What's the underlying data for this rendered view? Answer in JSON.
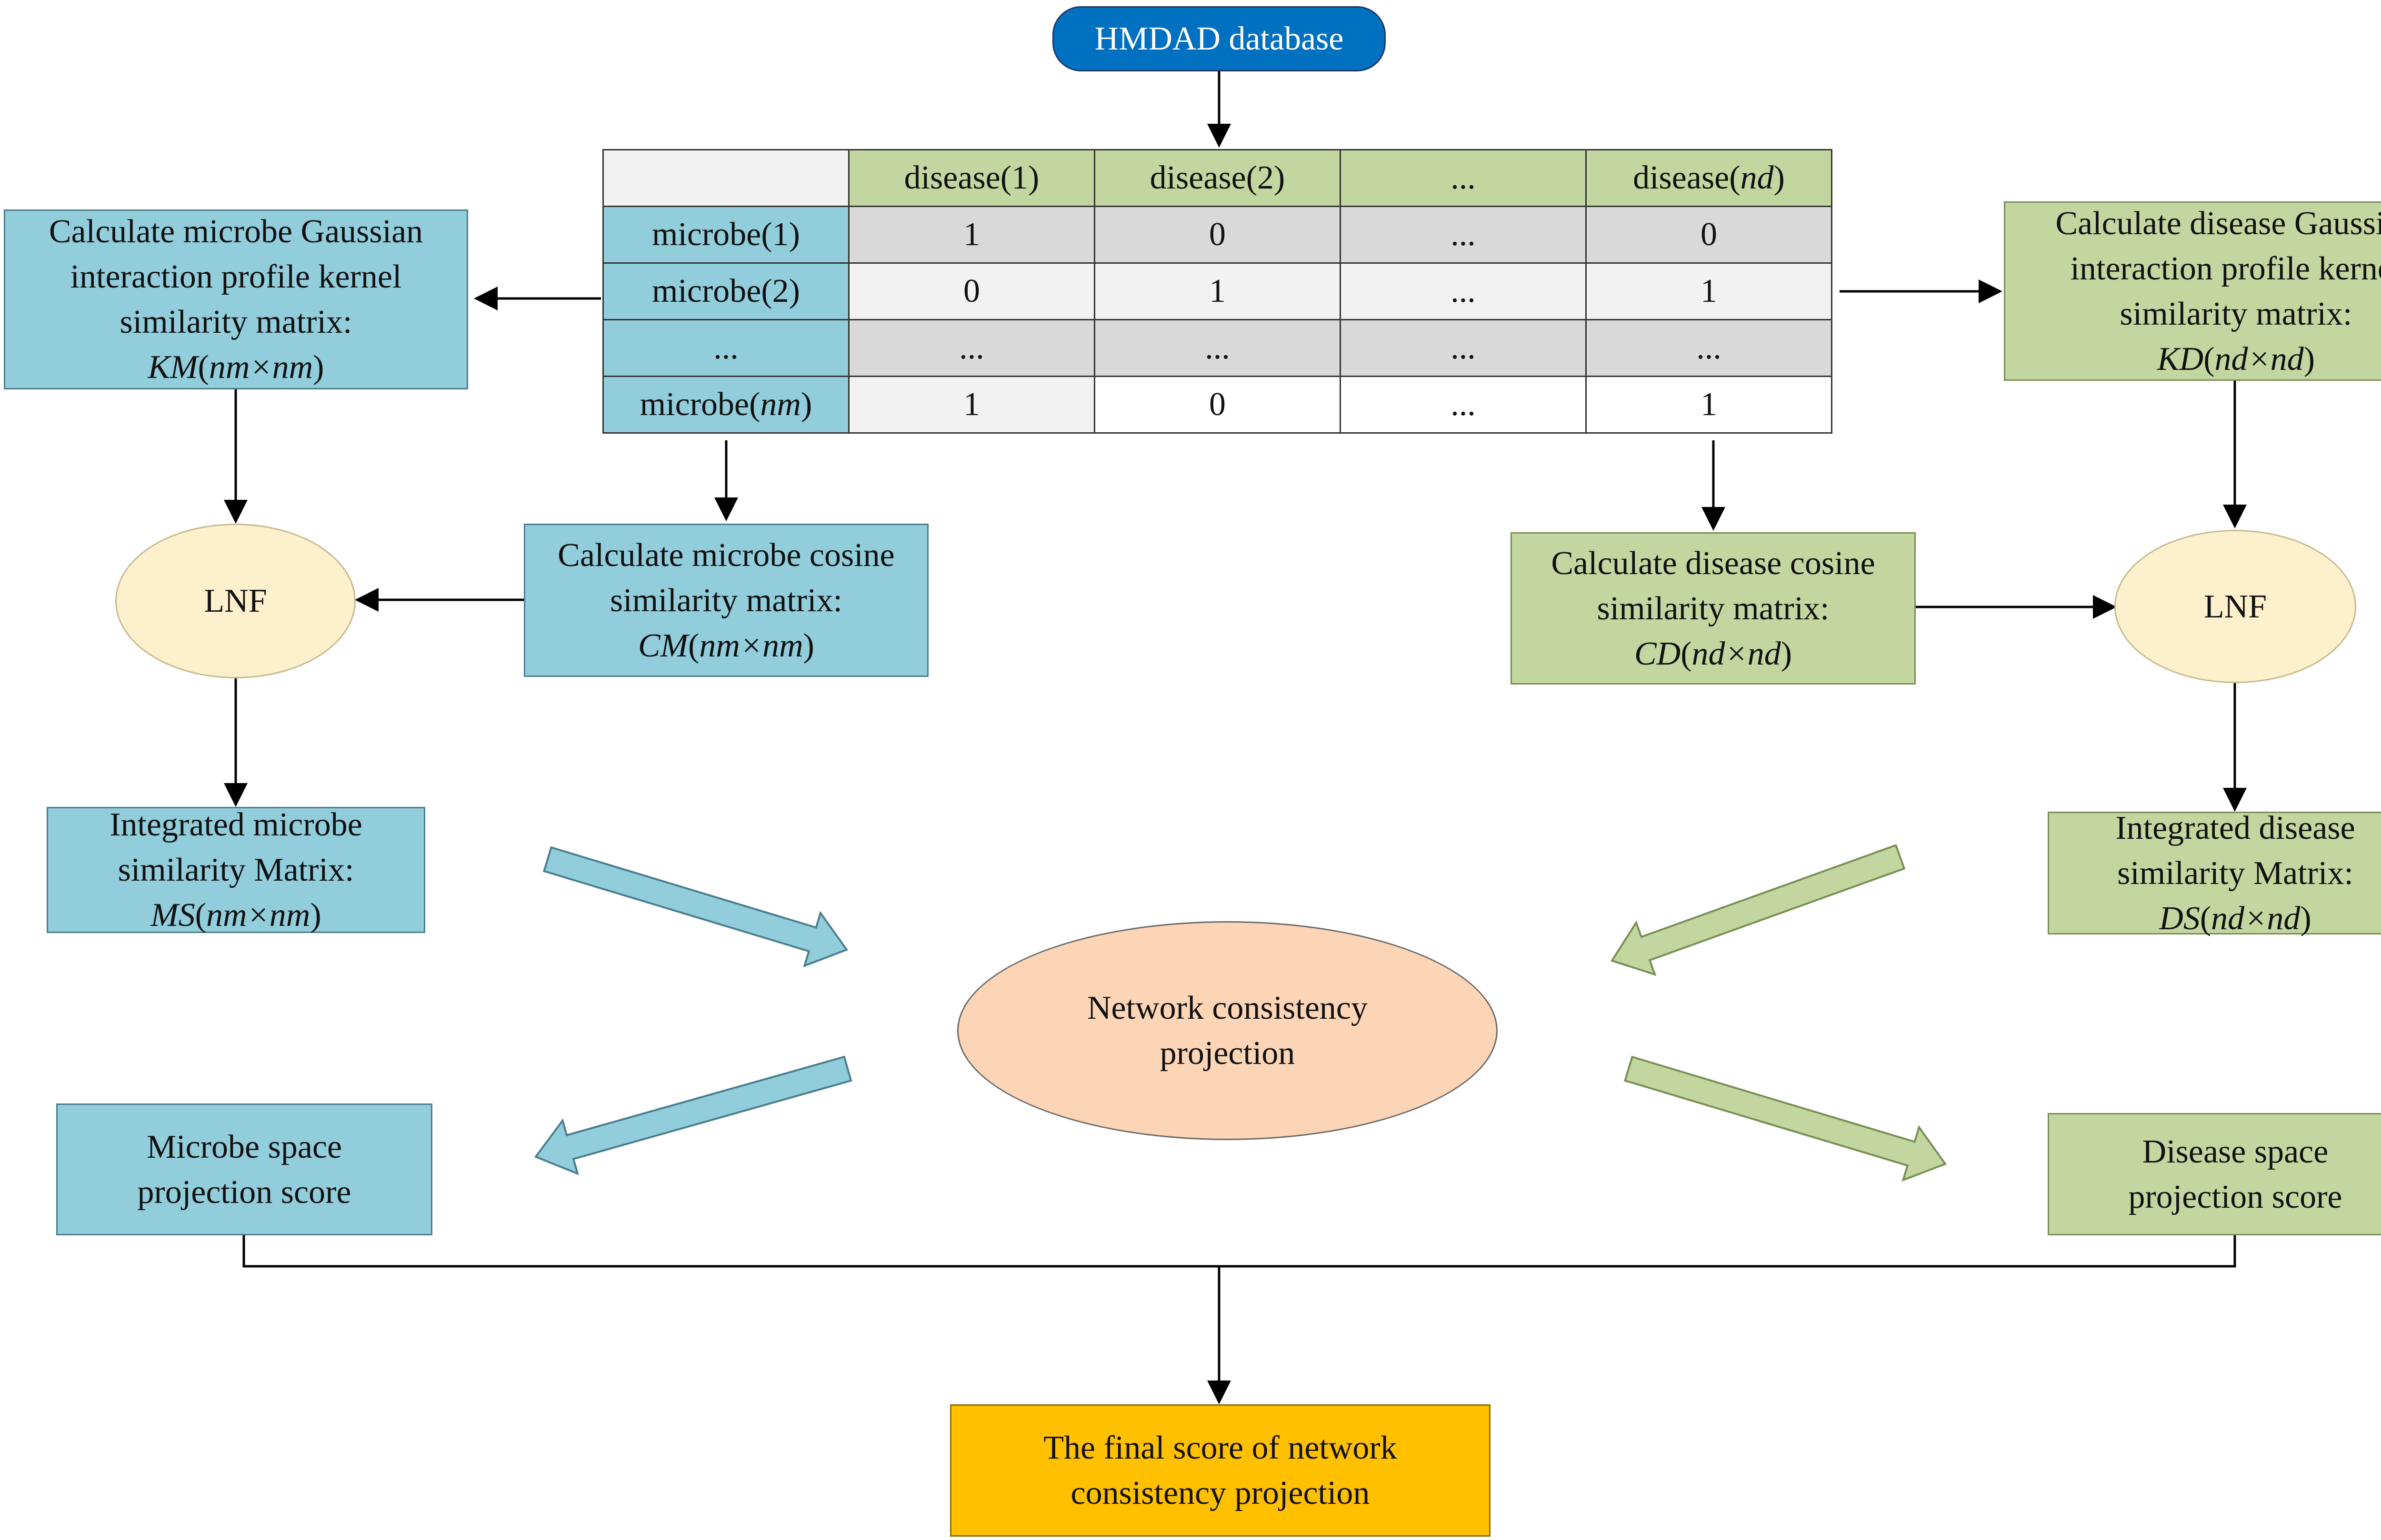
{
  "source": {
    "label": "HMDAD database"
  },
  "matrix": {
    "columns": [
      "disease(1)",
      "disease(2)",
      "...",
      "disease(",
      "nd",
      ")"
    ],
    "col_headers": [
      {
        "pre": "disease(1)",
        "ital": "",
        "post": ""
      },
      {
        "pre": "disease(2)",
        "ital": "",
        "post": ""
      },
      {
        "pre": "...",
        "ital": "",
        "post": ""
      },
      {
        "pre": "disease(",
        "ital": "nd",
        "post": ")"
      }
    ],
    "rows": [
      {
        "pre": "microbe(1)",
        "ital": "",
        "post": "",
        "cells": [
          "1",
          "0",
          "...",
          "0"
        ]
      },
      {
        "pre": "microbe(2)",
        "ital": "",
        "post": "",
        "cells": [
          "0",
          "1",
          "...",
          "1"
        ]
      },
      {
        "pre": "...",
        "ital": "",
        "post": "",
        "cells": [
          "...",
          "...",
          "...",
          "..."
        ]
      },
      {
        "pre": "microbe(",
        "ital": "nm",
        "post": ")",
        "cells": [
          "1",
          "0",
          "...",
          "1"
        ]
      }
    ]
  },
  "microbe_gaussian": {
    "lines": [
      "Calculate microbe Gaussian",
      "interaction profile kernel",
      "similarity matrix:"
    ],
    "sym": "KM",
    "arg": "nm×nm"
  },
  "disease_gaussian": {
    "lines": [
      "Calculate disease Gaussian",
      "interaction profile kernel",
      "similarity matrix:"
    ],
    "sym": "KD",
    "arg": "nd×nd"
  },
  "microbe_cosine": {
    "lines": [
      "Calculate microbe cosine",
      "similarity matrix:"
    ],
    "sym": "CM",
    "arg": "nm×nm"
  },
  "disease_cosine": {
    "lines": [
      "Calculate disease cosine",
      "similarity matrix:"
    ],
    "sym": "CD",
    "arg": "nd×nd"
  },
  "lnf_left": {
    "label": "LNF"
  },
  "lnf_right": {
    "label": "LNF"
  },
  "microbe_integrated": {
    "lines": [
      "Integrated microbe",
      "similarity Matrix:"
    ],
    "sym": "MS",
    "arg": "nm×nm"
  },
  "disease_integrated": {
    "lines": [
      "Integrated disease",
      "similarity Matrix:"
    ],
    "sym": "DS",
    "arg": "nd×nd"
  },
  "ncp": {
    "lines": [
      "Network consistency",
      "projection"
    ]
  },
  "microbe_space": {
    "lines": [
      "Microbe space",
      "projection score"
    ]
  },
  "disease_space": {
    "lines": [
      "Disease space",
      "projection score"
    ]
  },
  "final": {
    "lines": [
      "The final score of network",
      "consistency projection"
    ]
  },
  "colors": {
    "microbe": "#92cddc",
    "disease": "#c4d6a0",
    "lnf": "#fdf0cd",
    "ncp": "#fbd5b5",
    "final": "#ffc000",
    "source": "#0070c0"
  }
}
